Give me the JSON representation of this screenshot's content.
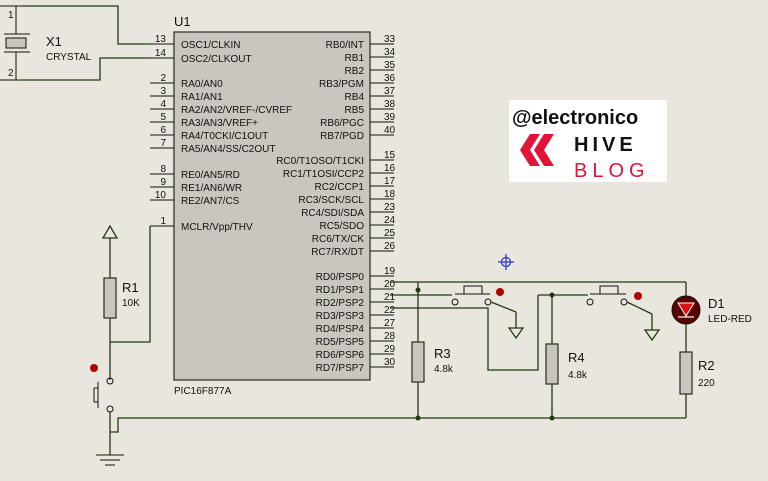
{
  "crystal": {
    "ref": "X1",
    "type": "CRYSTAL",
    "pin1": "1",
    "pin2": "2"
  },
  "mcu": {
    "ref": "U1",
    "part": "PIC16F877A",
    "left_pins": [
      {
        "num": "13",
        "name": "OSC1/CLKIN"
      },
      {
        "num": "14",
        "name": "OSC2/CLKOUT"
      },
      {
        "num": "2",
        "name": "RA0/AN0"
      },
      {
        "num": "3",
        "name": "RA1/AN1"
      },
      {
        "num": "4",
        "name": "RA2/AN2/VREF-/CVREF"
      },
      {
        "num": "5",
        "name": "RA3/AN3/VREF+"
      },
      {
        "num": "6",
        "name": "RA4/T0CKI/C1OUT"
      },
      {
        "num": "7",
        "name": "RA5/AN4/SS/C2OUT"
      },
      {
        "num": "8",
        "name": "RE0/AN5/RD"
      },
      {
        "num": "9",
        "name": "RE1/AN6/WR"
      },
      {
        "num": "10",
        "name": "RE2/AN7/CS"
      },
      {
        "num": "1",
        "name": "MCLR/Vpp/THV"
      }
    ],
    "right_pins": [
      {
        "num": "33",
        "name": "RB0/INT"
      },
      {
        "num": "34",
        "name": "RB1"
      },
      {
        "num": "35",
        "name": "RB2"
      },
      {
        "num": "36",
        "name": "RB3/PGM"
      },
      {
        "num": "37",
        "name": "RB4"
      },
      {
        "num": "38",
        "name": "RB5"
      },
      {
        "num": "39",
        "name": "RB6/PGC"
      },
      {
        "num": "40",
        "name": "RB7/PGD"
      },
      {
        "num": "15",
        "name": "RC0/T1OSO/T1CKI"
      },
      {
        "num": "16",
        "name": "RC1/T1OSI/CCP2"
      },
      {
        "num": "17",
        "name": "RC2/CCP1"
      },
      {
        "num": "18",
        "name": "RC3/SCK/SCL"
      },
      {
        "num": "23",
        "name": "RC4/SDI/SDA"
      },
      {
        "num": "24",
        "name": "RC5/SDO"
      },
      {
        "num": "25",
        "name": "RC6/TX/CK"
      },
      {
        "num": "26",
        "name": "RC7/RX/DT"
      },
      {
        "num": "19",
        "name": "RD0/PSP0"
      },
      {
        "num": "20",
        "name": "RD1/PSP1"
      },
      {
        "num": "21",
        "name": "RD2/PSP2"
      },
      {
        "num": "22",
        "name": "RD3/PSP3"
      },
      {
        "num": "27",
        "name": "RD4/PSP4"
      },
      {
        "num": "28",
        "name": "RD5/PSP5"
      },
      {
        "num": "29",
        "name": "RD6/PSP6"
      },
      {
        "num": "30",
        "name": "RD7/PSP7"
      }
    ]
  },
  "components": {
    "r1": {
      "ref": "R1",
      "value": "10K"
    },
    "r2": {
      "ref": "R2",
      "value": "220"
    },
    "r3": {
      "ref": "R3",
      "value": "4.8k"
    },
    "r4": {
      "ref": "R4",
      "value": "4.8k"
    },
    "d1": {
      "ref": "D1",
      "value": "LED-RED"
    }
  },
  "watermark": {
    "handle": "@electronico",
    "word1": "HIVE",
    "word2": "BLOG"
  },
  "colors": {
    "background": "#e9e6dd",
    "chip_fill": "#c9c6bd",
    "wire": "#1f3a12",
    "accent_red": "#b00000",
    "probe_blue": "#2233cc"
  }
}
